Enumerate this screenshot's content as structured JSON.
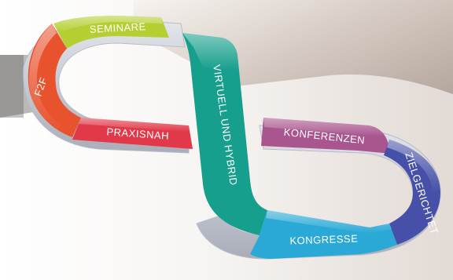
{
  "diagram": {
    "segments": [
      {
        "id": "f2f",
        "label": "F2F",
        "color": "#e8532e"
      },
      {
        "id": "seminare",
        "label": "SEMINARE",
        "color": "#b5cf32"
      },
      {
        "id": "praxisnah",
        "label": "PRAXISNAH",
        "color": "#e2394a"
      },
      {
        "id": "virtuell",
        "label": "VIRTUELL UND HYBRID",
        "color": "#169f8c"
      },
      {
        "id": "konferenzen",
        "label": "KONFERENZEN",
        "color": "#a9568e"
      },
      {
        "id": "zielgerichtet",
        "label": "ZIELGERICHTET",
        "color": "#4650a8"
      },
      {
        "id": "kongresse",
        "label": "KONGRESSE",
        "color": "#2aa9d6"
      }
    ]
  }
}
